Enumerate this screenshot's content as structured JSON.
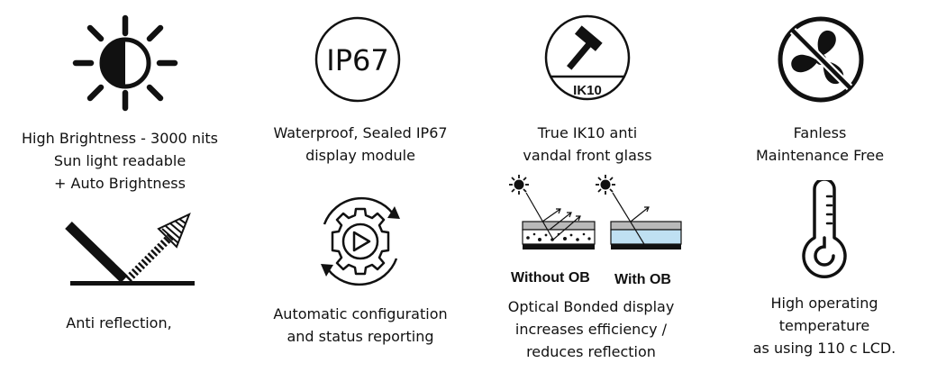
{
  "features": {
    "brightness": {
      "icon": "sun-half-icon",
      "lines": [
        "High Brightness - 3000 nits",
        "Sun light readable",
        "+ Auto Brightness"
      ]
    },
    "waterproof": {
      "icon": "ip67-badge-icon",
      "badge": "IP67",
      "lines": [
        "Waterproof, Sealed IP67",
        "display module"
      ]
    },
    "vandal": {
      "icon": "hammer-ik10-icon",
      "badge": "IK10",
      "lines": [
        "True IK10 anti",
        "vandal front glass"
      ]
    },
    "fanless": {
      "icon": "no-fan-icon",
      "lines": [
        "Fanless",
        "Maintenance Free"
      ]
    },
    "anti_reflection": {
      "icon": "reflection-icon",
      "lines": [
        "Anti reflection,"
      ]
    },
    "auto_config": {
      "icon": "gear-play-icon",
      "lines": [
        "Automatic configuration",
        "and status reporting"
      ]
    },
    "optical_bonding": {
      "icon": "optical-bonding-diagram-icon",
      "label_without": "Without OB",
      "label_with": "With OB",
      "lines": [
        "Optical Bonded display",
        "increases efficiency /",
        "reduces reflection"
      ]
    },
    "temperature": {
      "icon": "thermometer-icon",
      "lines": [
        "High operating",
        "temperature",
        "as using 110 c LCD."
      ]
    }
  }
}
